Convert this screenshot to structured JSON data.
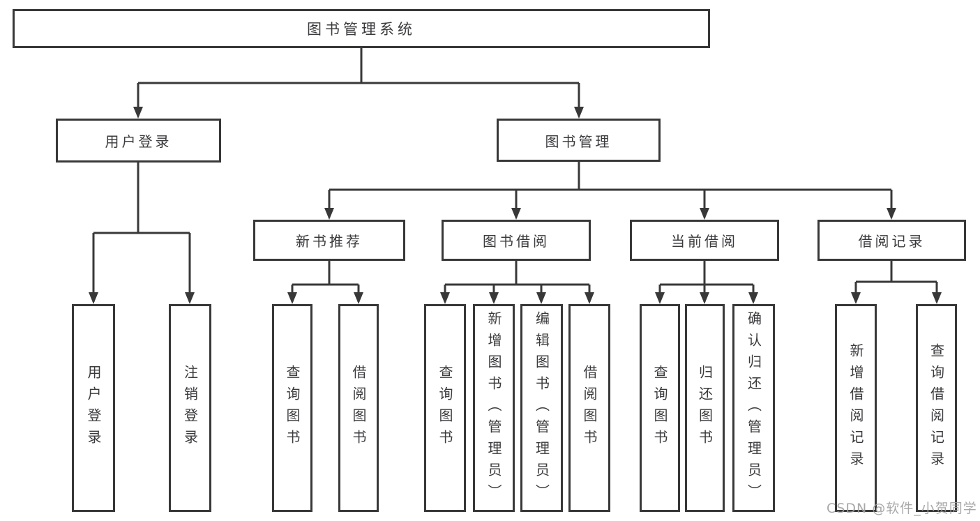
{
  "diagram_title": "图书管理系统",
  "tree": {
    "label": "图书管理系统",
    "children": [
      {
        "label": "用户登录",
        "children": [
          {
            "label": "用户登录"
          },
          {
            "label": "注销登录"
          }
        ]
      },
      {
        "label": "图书管理",
        "children": [
          {
            "label": "新书推荐",
            "children": [
              {
                "label": "查询图书"
              },
              {
                "label": "借阅图书"
              }
            ]
          },
          {
            "label": "图书借阅",
            "children": [
              {
                "label": "查询图书"
              },
              {
                "label": "新增图书（管理员）"
              },
              {
                "label": "编辑图书（管理员）"
              },
              {
                "label": "借阅图书"
              }
            ]
          },
          {
            "label": "当前借阅",
            "children": [
              {
                "label": "查询图书"
              },
              {
                "label": "归还图书"
              },
              {
                "label": "确认归还（管理员）"
              }
            ]
          },
          {
            "label": "借阅记录",
            "children": [
              {
                "label": "新增借阅记录"
              },
              {
                "label": "查询借阅记录"
              }
            ]
          }
        ]
      }
    ]
  },
  "watermark": "CSDN @软件_小贺同学",
  "colors": {
    "line": "#383838",
    "box_border": "#383838",
    "box_fill": "#ffffff",
    "text": "#3b3b3e",
    "watermark": "#9e9ea0"
  }
}
